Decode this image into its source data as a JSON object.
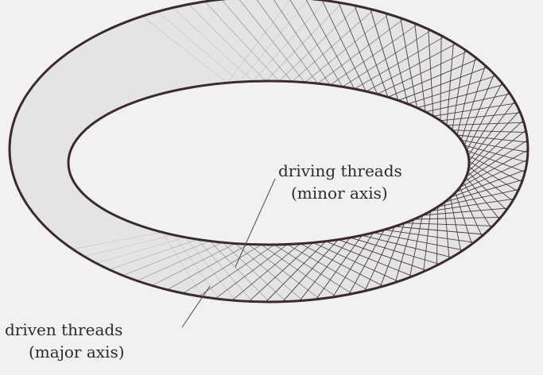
{
  "labels": {
    "driving": {
      "line1": "driving threads",
      "line2": "(minor axis)"
    },
    "driven": {
      "line1": "driven threads",
      "line2": "(major axis)"
    }
  },
  "colors": {
    "background": "#f1f1ef",
    "ring_face": "#e4e4e2",
    "rim": "#3b2a2e",
    "thread": "#4a3b3f",
    "text": "#2b2b2b"
  }
}
